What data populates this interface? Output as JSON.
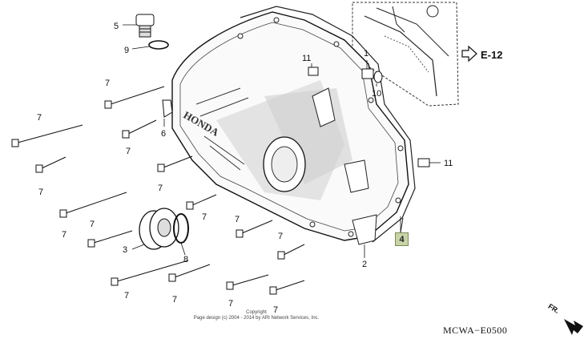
{
  "diagram": {
    "reference_label": "E-12",
    "callout_box": "4",
    "code": "MCWA−E0500",
    "direction_label": "FR.",
    "copyright_line1": "Copyright",
    "copyright_line2": "Page design (c) 2004 - 2014 by ARI Network Services, Inc.",
    "brand_text": "HONDA",
    "part_numbers": {
      "p1": "1",
      "p2": "2",
      "p3": "3",
      "p5": "5",
      "p6": "6",
      "p8": "8",
      "p9": "9",
      "p10": "10",
      "p11a": "11",
      "p11b": "11",
      "p7": "7"
    }
  }
}
